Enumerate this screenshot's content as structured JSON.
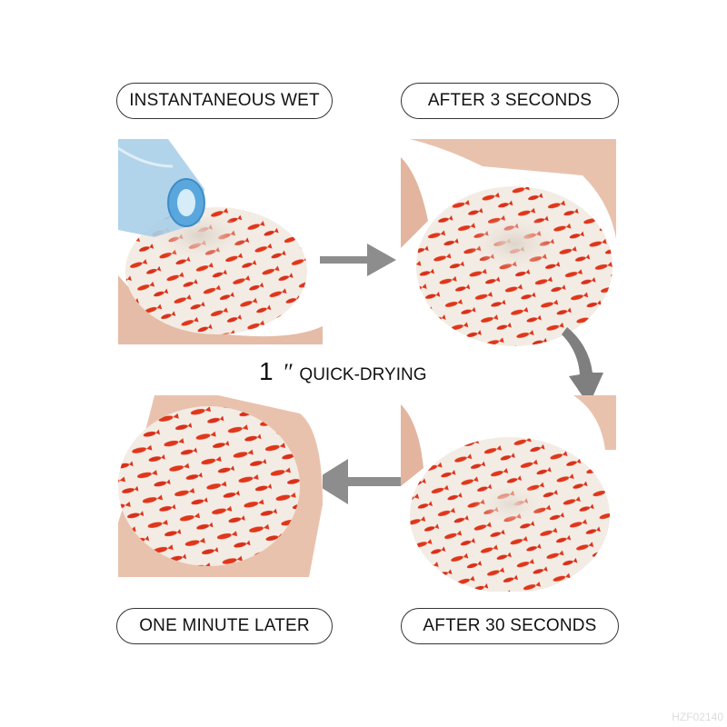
{
  "panels": {
    "top_left": {
      "label": "INSTANTANEOUS WET"
    },
    "top_right": {
      "label": "AFTER 3 SECONDS"
    },
    "bottom_left": {
      "label": "ONE MINUTE LATER"
    },
    "bottom_right": {
      "label": "AFTER 30 SECONDS"
    }
  },
  "center": {
    "size_number": "1",
    "size_unit": "″",
    "label": "QUICK-DRYING"
  },
  "watermark": "HZF02140",
  "colors": {
    "coaster": "#f3ece4",
    "fish": "#e0361a",
    "arrow": "#8d8d8d",
    "skin": "#e9c2ae",
    "bottle": "#9fc8e6"
  }
}
